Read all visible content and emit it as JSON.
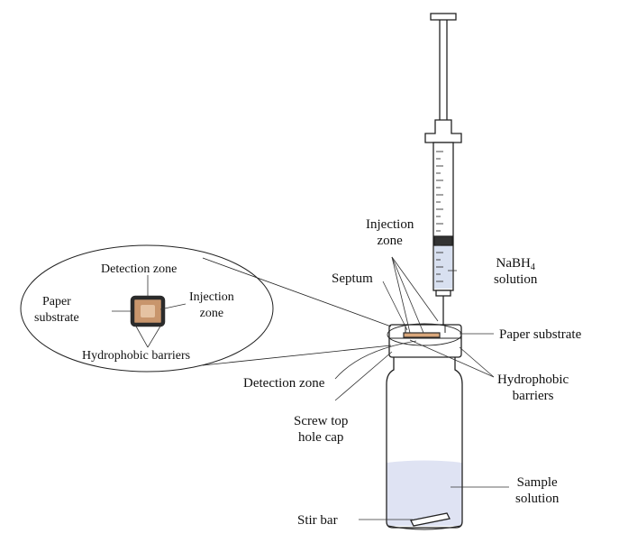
{
  "labels": {
    "inset_detection_zone": "Detection zone",
    "inset_paper_substrate_1": "Paper",
    "inset_paper_substrate_2": "substrate",
    "inset_injection_zone_1": "Injection",
    "inset_injection_zone_2": "zone",
    "inset_hydrophobic_barriers": "Hydrophobic barriers",
    "injection_zone_1": "Injection",
    "injection_zone_2": "zone",
    "septum": "Septum",
    "nabh4_prefix": "NaBH",
    "nabh4_subscript": "4",
    "nabh4_line2": "solution",
    "paper_substrate": "Paper substrate",
    "detection_zone": "Detection zone",
    "hydrophobic_barriers_1": "Hydrophobic",
    "hydrophobic_barriers_2": "barriers",
    "screw_top_1": "Screw top",
    "screw_top_2": "hole cap",
    "sample_solution_1": "Sample",
    "sample_solution_2": "solution",
    "stir_bar": "Stir bar"
  },
  "colors": {
    "stroke": "#222222",
    "solution_fill": "#dfe3f3",
    "nabh4_fill": "#d8e0f0",
    "paper_fill": "#d9a67a",
    "paper_border": "#2b2b2b"
  }
}
